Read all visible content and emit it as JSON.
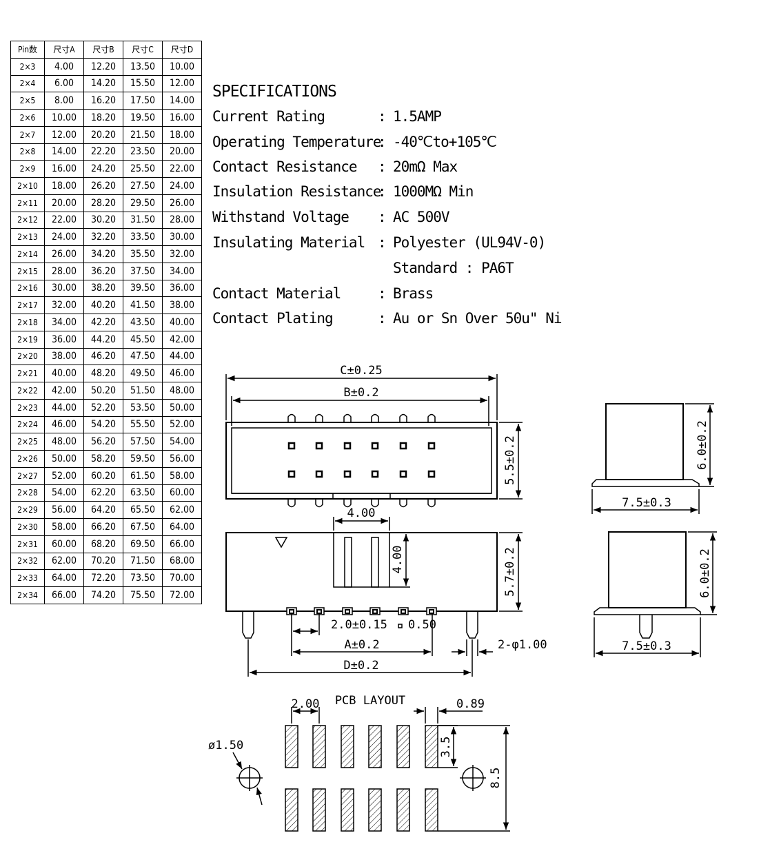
{
  "table": {
    "headers": [
      "Pin数",
      "尺寸A",
      "尺寸B",
      "尺寸C",
      "尺寸D"
    ],
    "rows": [
      [
        "2×3",
        "4.00",
        "12.20",
        "13.50",
        "10.00"
      ],
      [
        "2×4",
        "6.00",
        "14.20",
        "15.50",
        "12.00"
      ],
      [
        "2×5",
        "8.00",
        "16.20",
        "17.50",
        "14.00"
      ],
      [
        "2×6",
        "10.00",
        "18.20",
        "19.50",
        "16.00"
      ],
      [
        "2×7",
        "12.00",
        "20.20",
        "21.50",
        "18.00"
      ],
      [
        "2×8",
        "14.00",
        "22.20",
        "23.50",
        "20.00"
      ],
      [
        "2×9",
        "16.00",
        "24.20",
        "25.50",
        "22.00"
      ],
      [
        "2×10",
        "18.00",
        "26.20",
        "27.50",
        "24.00"
      ],
      [
        "2×11",
        "20.00",
        "28.20",
        "29.50",
        "26.00"
      ],
      [
        "2×12",
        "22.00",
        "30.20",
        "31.50",
        "28.00"
      ],
      [
        "2×13",
        "24.00",
        "32.20",
        "33.50",
        "30.00"
      ],
      [
        "2×14",
        "26.00",
        "34.20",
        "35.50",
        "32.00"
      ],
      [
        "2×15",
        "28.00",
        "36.20",
        "37.50",
        "34.00"
      ],
      [
        "2×16",
        "30.00",
        "38.20",
        "39.50",
        "36.00"
      ],
      [
        "2×17",
        "32.00",
        "40.20",
        "41.50",
        "38.00"
      ],
      [
        "2×18",
        "34.00",
        "42.20",
        "43.50",
        "40.00"
      ],
      [
        "2×19",
        "36.00",
        "44.20",
        "45.50",
        "42.00"
      ],
      [
        "2×20",
        "38.00",
        "46.20",
        "47.50",
        "44.00"
      ],
      [
        "2×21",
        "40.00",
        "48.20",
        "49.50",
        "46.00"
      ],
      [
        "2×22",
        "42.00",
        "50.20",
        "51.50",
        "48.00"
      ],
      [
        "2×23",
        "44.00",
        "52.20",
        "53.50",
        "50.00"
      ],
      [
        "2×24",
        "46.00",
        "54.20",
        "55.50",
        "52.00"
      ],
      [
        "2×25",
        "48.00",
        "56.20",
        "57.50",
        "54.00"
      ],
      [
        "2×26",
        "50.00",
        "58.20",
        "59.50",
        "56.00"
      ],
      [
        "2×27",
        "52.00",
        "60.20",
        "61.50",
        "58.00"
      ],
      [
        "2×28",
        "54.00",
        "62.20",
        "63.50",
        "60.00"
      ],
      [
        "2×29",
        "56.00",
        "64.20",
        "65.50",
        "62.00"
      ],
      [
        "2×30",
        "58.00",
        "66.20",
        "67.50",
        "64.00"
      ],
      [
        "2×31",
        "60.00",
        "68.20",
        "69.50",
        "66.00"
      ],
      [
        "2×32",
        "62.00",
        "70.20",
        "71.50",
        "68.00"
      ],
      [
        "2×33",
        "64.00",
        "72.20",
        "73.50",
        "70.00"
      ],
      [
        "2×34",
        "66.00",
        "74.20",
        "75.50",
        "72.00"
      ]
    ]
  },
  "specs": {
    "title": "SPECIFICATIONS",
    "colon": ":",
    "items": [
      {
        "label": "Current Rating",
        "value": "1.5AMP"
      },
      {
        "label": "Operating Temperature",
        "value": "-40℃to+105℃"
      },
      {
        "label": "Contact Resistance",
        "value": "20mΩ Max"
      },
      {
        "label": "Insulation Resistance",
        "value": "1000MΩ Min"
      },
      {
        "label": "Withstand Voltage",
        "value": "AC 500V"
      },
      {
        "label": "Insulating Material",
        "value": "Polyester (UL94V-0)"
      },
      {
        "label": "",
        "value": "Standard : PA6T"
      },
      {
        "label": "Contact Material",
        "value": "Brass"
      },
      {
        "label": "Contact Plating",
        "value": "Au or Sn Over 50u\" Ni"
      }
    ]
  },
  "dimensions": {
    "c": "C±0.25",
    "b": "B±0.2",
    "height_top": "5.5±0.2",
    "key_width": "4.00",
    "key_height": "4.00",
    "height_front": "5.7±0.2",
    "pitch": "2.0±0.15",
    "pin_square": "0.50",
    "a": "A±0.2",
    "d": "D±0.2",
    "post": "2-φ1.00",
    "side_height_1": "6.0±0.2",
    "side_width_1": "7.5±0.3",
    "side_height_2": "6.0±0.2",
    "side_width_2": "7.5±0.3"
  },
  "pcb": {
    "title": "PCB LAYOUT",
    "pitch": "2.00",
    "pad_width": "0.89",
    "hole": "ø1.50",
    "pad_length": "3.5",
    "row_span": "8.5"
  }
}
